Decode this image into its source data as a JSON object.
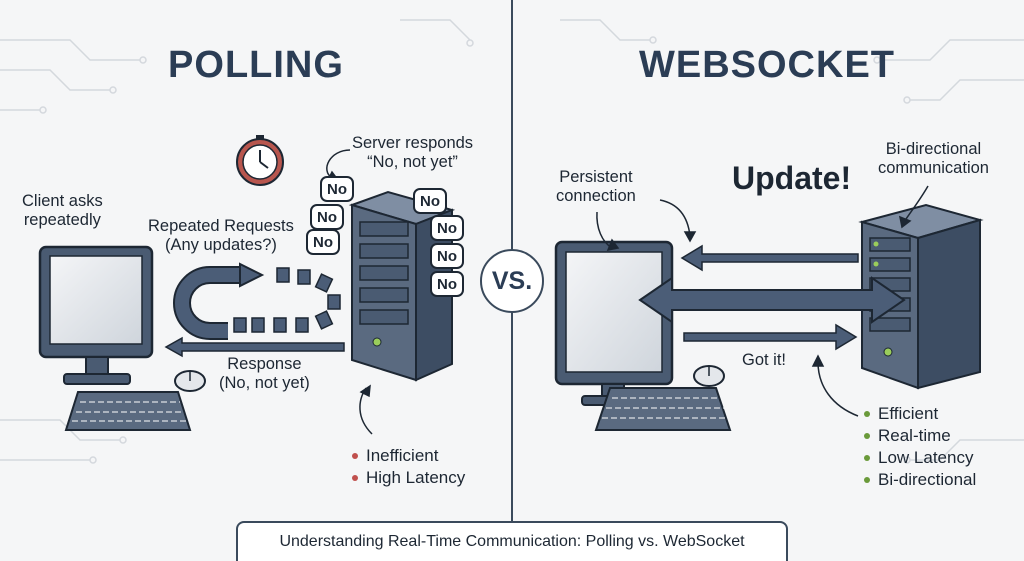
{
  "panels": {
    "polling": {
      "title": "POLLING",
      "client_label": "Client asks\nrepeatedly",
      "requests_label": "Repeated Requests\n(Any updates?)",
      "server_label": "Server responds\n“No, not yet”",
      "response_label": "Response\n(No, not yet)",
      "no_bubbles": [
        "No",
        "No",
        "No",
        "No",
        "No",
        "No",
        "No"
      ],
      "cons": [
        "Inefficient",
        "High Latency"
      ]
    },
    "websocket": {
      "title": "WEBSOCKET",
      "connection_label": "Persistent\nconnection",
      "update_label": "Update!",
      "bidir_label": "Bi-directional\ncommunication",
      "ack_label": "Got it!",
      "pros": [
        "Efficient",
        "Real-time",
        "Low Latency",
        "Bi-directional"
      ]
    }
  },
  "vs_label": "VS.",
  "caption": "Understanding Real-Time Communication: Polling vs. WebSocket",
  "colors": {
    "title": "#2b3d55",
    "arrow_fill": "#4b5d77",
    "server": "#4a5b72",
    "con_bullet": "#c0504d",
    "pro_bullet": "#6a9a3a"
  },
  "icons": [
    "clock-icon",
    "monitor-icon",
    "keyboard-icon",
    "mouse-icon",
    "server-icon"
  ]
}
